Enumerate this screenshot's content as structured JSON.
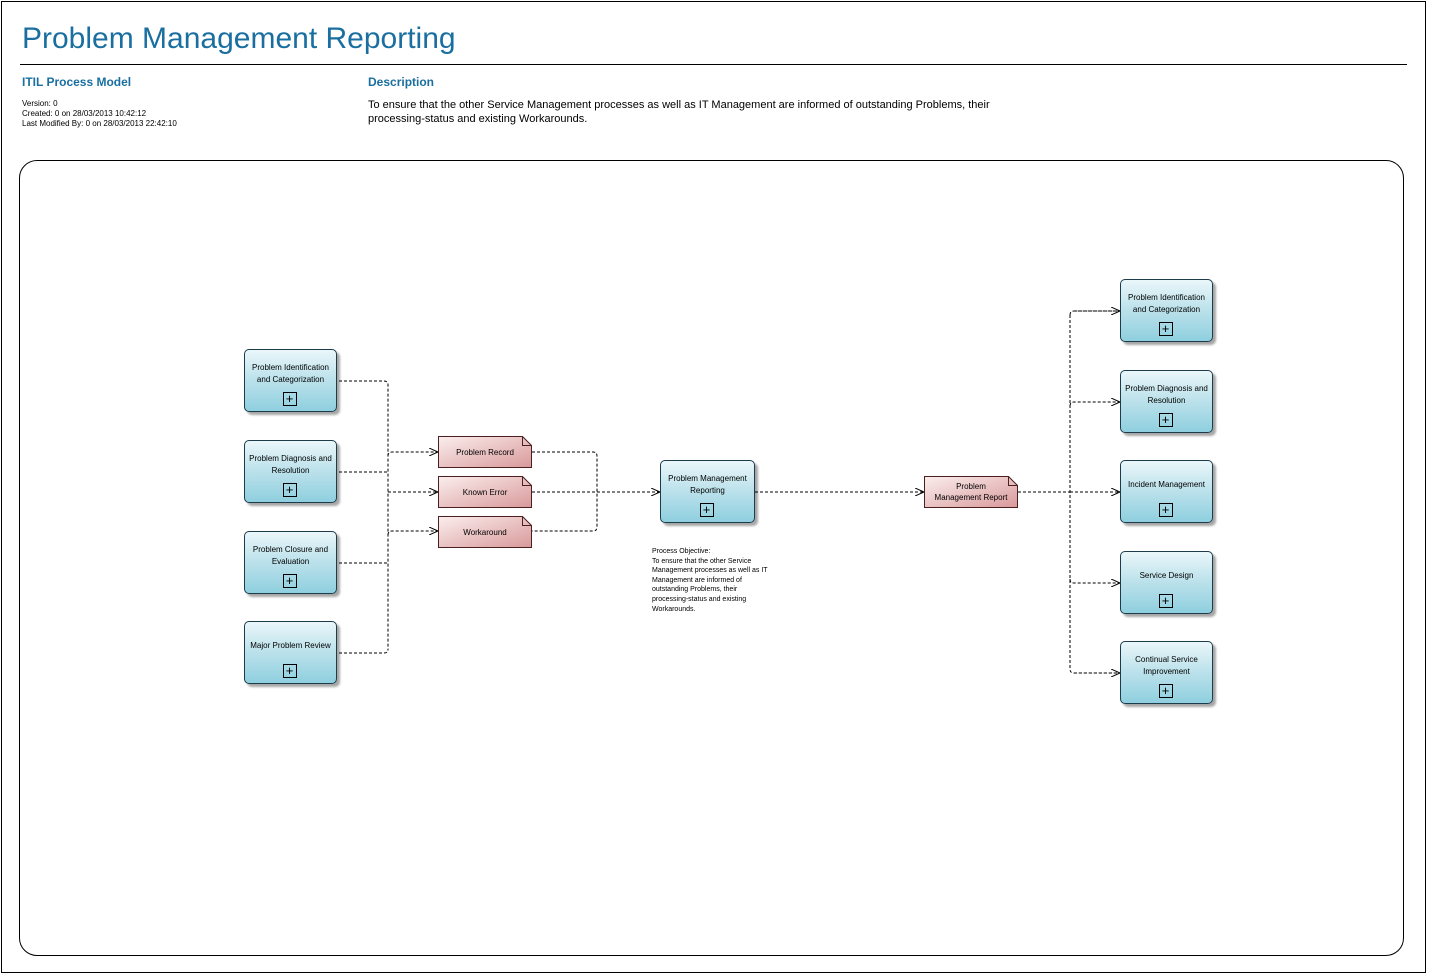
{
  "page": {
    "title": "Problem Management Reporting"
  },
  "model": {
    "heading": "ITIL Process Model",
    "version": "Version: 0",
    "created": "Created: 0 on 28/03/2013 10:42:12",
    "last_modified": "Last Modified By: 0 on 28/03/2013 22:42:10"
  },
  "description": {
    "heading": "Description",
    "text": "To ensure that the other Service Management processes as well as IT Management are informed of outstanding Problems, their processing-status and existing Workarounds."
  },
  "diagram": {
    "inputs": [
      {
        "label": "Problem Identification and Categorization"
      },
      {
        "label": "Problem Diagnosis and Resolution"
      },
      {
        "label": "Problem Closure and Evaluation"
      },
      {
        "label": "Major Problem Review"
      }
    ],
    "artefacts_in": [
      {
        "label": "Problem Record"
      },
      {
        "label": "Known Error"
      },
      {
        "label": "Workaround"
      }
    ],
    "main_process": {
      "label": "Problem Management Reporting"
    },
    "artefact_out": {
      "label": "Problem Management Report"
    },
    "outputs": [
      {
        "label": "Problem Identification and Categorization"
      },
      {
        "label": "Problem Diagnosis and Resolution"
      },
      {
        "label": "Incident Management"
      },
      {
        "label": "Service Design"
      },
      {
        "label": "Continual Service Improvement"
      }
    ],
    "expand_symbol": "+",
    "note": {
      "heading": "Process Objective:",
      "lines": [
        "To ensure that the other Service",
        "Management processes as well as IT",
        "Management are informed of",
        "outstanding Problems, their",
        "processing-status and existing",
        "Workarounds."
      ]
    }
  },
  "colors": {
    "title": "#1a6fa0",
    "process_fill_top": "#eaf7fa",
    "process_fill_bottom": "#8fcfdf",
    "artefact_fill_top": "#fbeeee",
    "artefact_fill_bottom": "#d9999a"
  }
}
